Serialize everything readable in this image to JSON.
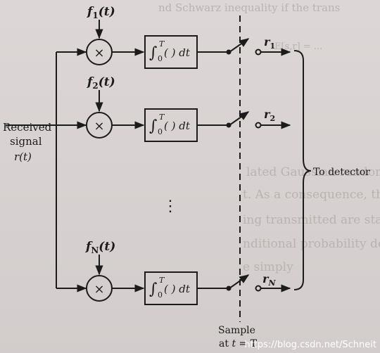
{
  "inputs": {
    "received_line1": "Received",
    "received_line2": "signal",
    "received_sym": "r(t)"
  },
  "branches": [
    {
      "func_base": "f",
      "func_sub": "1",
      "func_arg": "(t)",
      "out_base": "r",
      "out_sub": "1"
    },
    {
      "func_base": "f",
      "func_sub": "2",
      "func_arg": "(t)",
      "out_base": "r",
      "out_sub": "2"
    },
    {
      "func_base": "f",
      "func_sub": "N",
      "func_arg": "(t)",
      "out_base": "r",
      "out_sub": "N"
    }
  ],
  "multiplier_symbol": "×",
  "integrator": {
    "int_sign": "∫",
    "upper_limit": "T",
    "lower_limit": "0",
    "body": "( ) dt"
  },
  "ellipsis": "⋮",
  "detector_label": "To detector",
  "sample": {
    "line1": "Sample",
    "line2_prefix": "at ",
    "line2_var": "t",
    "line2_suffix": " = T"
  },
  "watermark": "https://blog.csdn.net/Schneit",
  "background_text": [
    "nd Schwarz inequality if the trans",
    "E[s,r] = ...",
    "lated Gaussian random variables",
    "t. As a consequence, the correlator outputs",
    "ing transmitted are statistically independent",
    "nditional probability density functions of th",
    "e simply"
  ],
  "colors": {
    "ink": "#1b1b1b",
    "paper": "#d8d3d2",
    "ghost": "#b9b3b2"
  }
}
